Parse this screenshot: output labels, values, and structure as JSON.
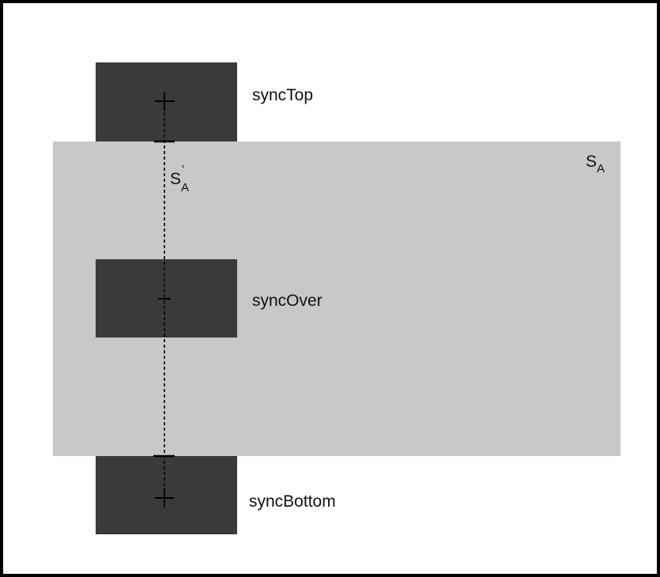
{
  "colors": {
    "region_fill": "#c8c8c8",
    "block_fill": "#3a3a3a",
    "line": "#000000",
    "frame": "#000000"
  },
  "diagram": {
    "region": {
      "label_main": "S",
      "label_sub": "A"
    },
    "timeline": {
      "label_main": "S",
      "label_prime": "'",
      "label_sub": "A"
    },
    "blocks": [
      {
        "id": "top",
        "label": "syncTop"
      },
      {
        "id": "over",
        "label": "syncOver"
      },
      {
        "id": "bottom",
        "label": "syncBottom"
      }
    ]
  }
}
